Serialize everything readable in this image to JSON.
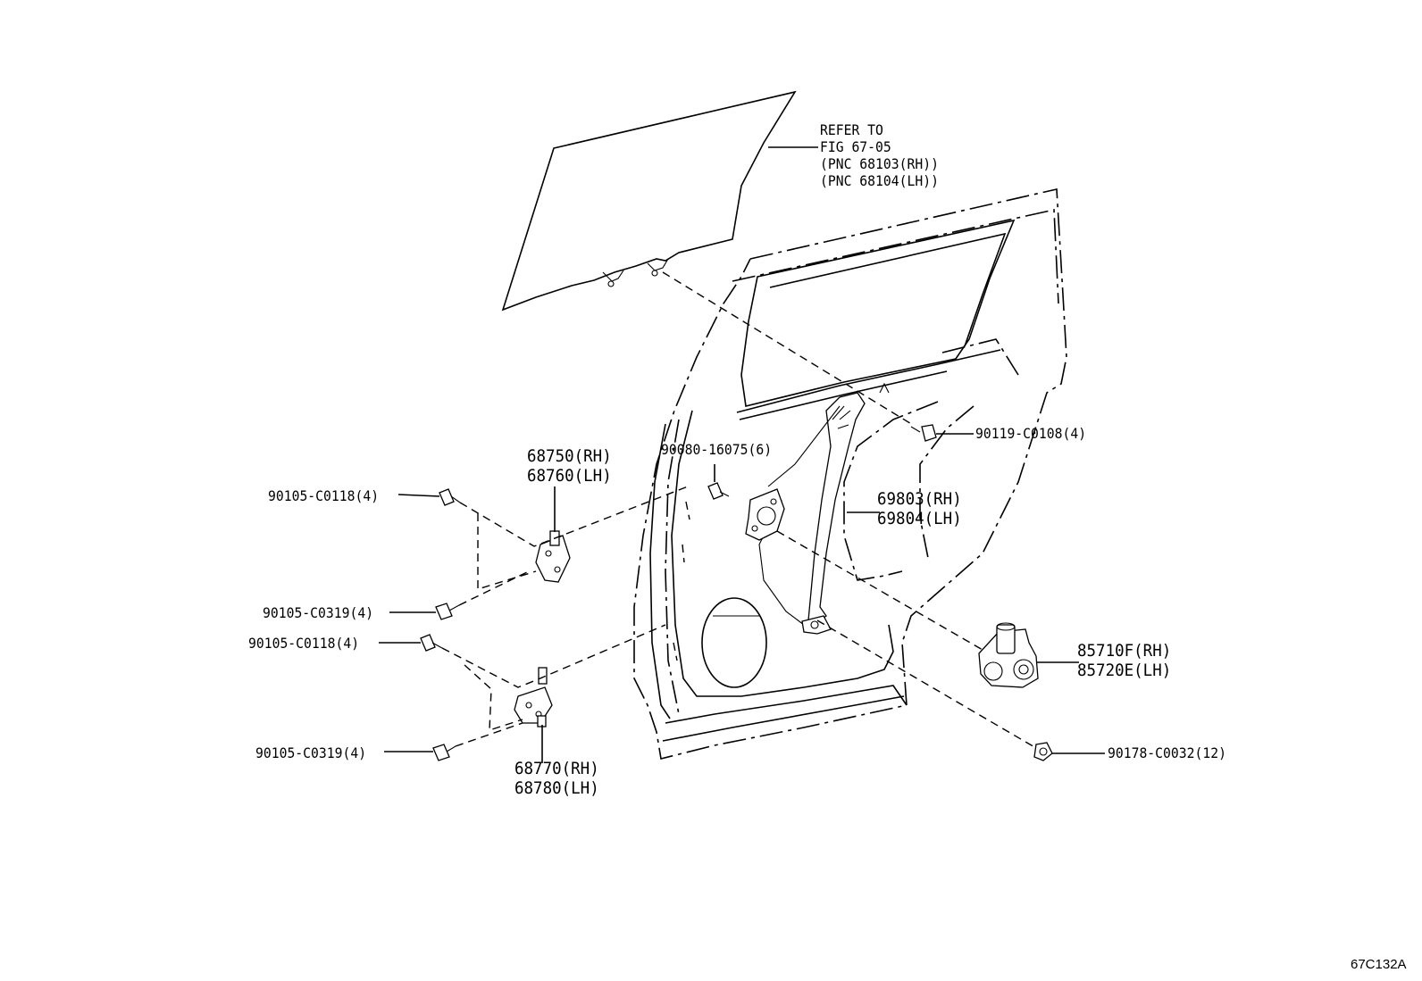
{
  "labels": {
    "refer_lines": [
      "REFER TO",
      "FIG 67-05",
      "(PNC 68103(RH))",
      "(PNC 68104(LH))"
    ],
    "upper_hinge": [
      "68750(RH)",
      "68760(LH)"
    ],
    "lower_hinge": [
      "68770(RH)",
      "68780(LH)"
    ],
    "regulator": [
      "69803(RH)",
      "69804(LH)"
    ],
    "motor": [
      "85710F(RH)",
      "85720E(LH)"
    ],
    "bolt_glass": "90119-C0108(4)",
    "bolt_regulator": "90080-16075(6)",
    "bolt_upper_a": "90105-C0118(4)",
    "bolt_upper_b": "90105-C0319(4)",
    "bolt_lower_a": "90105-C0118(4)",
    "bolt_lower_b": "90105-C0319(4)",
    "nut_motor": "90178-C0032(12)"
  },
  "figure_code": "67C132A"
}
